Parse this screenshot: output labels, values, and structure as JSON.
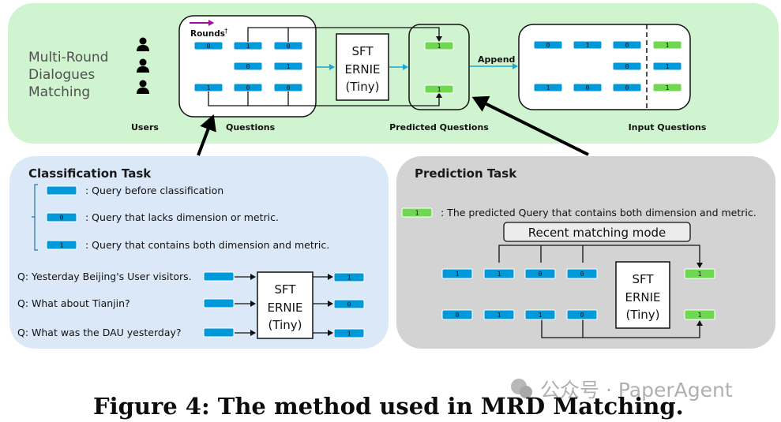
{
  "colors": {
    "top_panel": "#d0f4d0",
    "classification_panel": "#dbe8f7",
    "prediction_panel": "#d3d3d3",
    "query_chip": "#0099d9",
    "predicted_chip": "#6ed850",
    "flow_arrow": "#1aa7d6",
    "rounds_arrow": "#a0109a"
  },
  "top": {
    "title_lines": [
      "Multi-Round",
      "Dialogues",
      "Matching"
    ],
    "users_label": "Users",
    "questions_label": "Questions",
    "rounds_label": "Rounds",
    "rounds_mark": "†",
    "questions_grid": [
      [
        "0",
        "1",
        "0"
      ],
      [
        null,
        "0",
        "1"
      ],
      [
        "1",
        "0",
        "0"
      ]
    ],
    "model_lines": [
      "SFT",
      "ERNIE",
      "(Tiny)"
    ],
    "predicted_label": "Predicted Questions",
    "predicted_values": [
      "1",
      "1"
    ],
    "append_label": "Append",
    "input_label": "Input Questions",
    "input_grid": [
      [
        "0",
        "1",
        "0",
        "1"
      ],
      [
        null,
        null,
        "0",
        "1"
      ],
      [
        "1",
        "0",
        "0",
        "1"
      ]
    ],
    "input_last_column_kinds": [
      "predicted",
      "query",
      "predicted"
    ]
  },
  "classification": {
    "title": "Classification Task",
    "legend": [
      {
        "chip": "",
        "text": ": Query before classification"
      },
      {
        "chip": "0",
        "text": ": Query that lacks dimension or metric."
      },
      {
        "chip": "1",
        "text": ": Query that contains both dimension and metric."
      }
    ],
    "questions": [
      {
        "text": "Q: Yesterday Beijing's User visitors.",
        "output": "1"
      },
      {
        "text": "Q: What about Tianjin?",
        "output": "0"
      },
      {
        "text": "Q: What was the DAU yesterday?",
        "output": "1"
      }
    ],
    "model_lines": [
      "SFT",
      "ERNIE",
      "(Tiny)"
    ]
  },
  "prediction": {
    "title": "Prediction Task",
    "legend_chip": "1",
    "legend_text": ": The predicted Query that contains both dimension and metric.",
    "mode_label": "Recent matching mode",
    "rows": [
      {
        "inputs": [
          "1",
          "1",
          "0",
          "0"
        ],
        "output": "1"
      },
      {
        "inputs": [
          "0",
          "1",
          "1",
          "0"
        ],
        "output": "1"
      }
    ],
    "model_lines": [
      "SFT",
      "ERNIE",
      "(Tiny)"
    ]
  },
  "caption": "Figure 4: The method used in MRD Matching.",
  "watermark": "公众号 · PaperAgent"
}
